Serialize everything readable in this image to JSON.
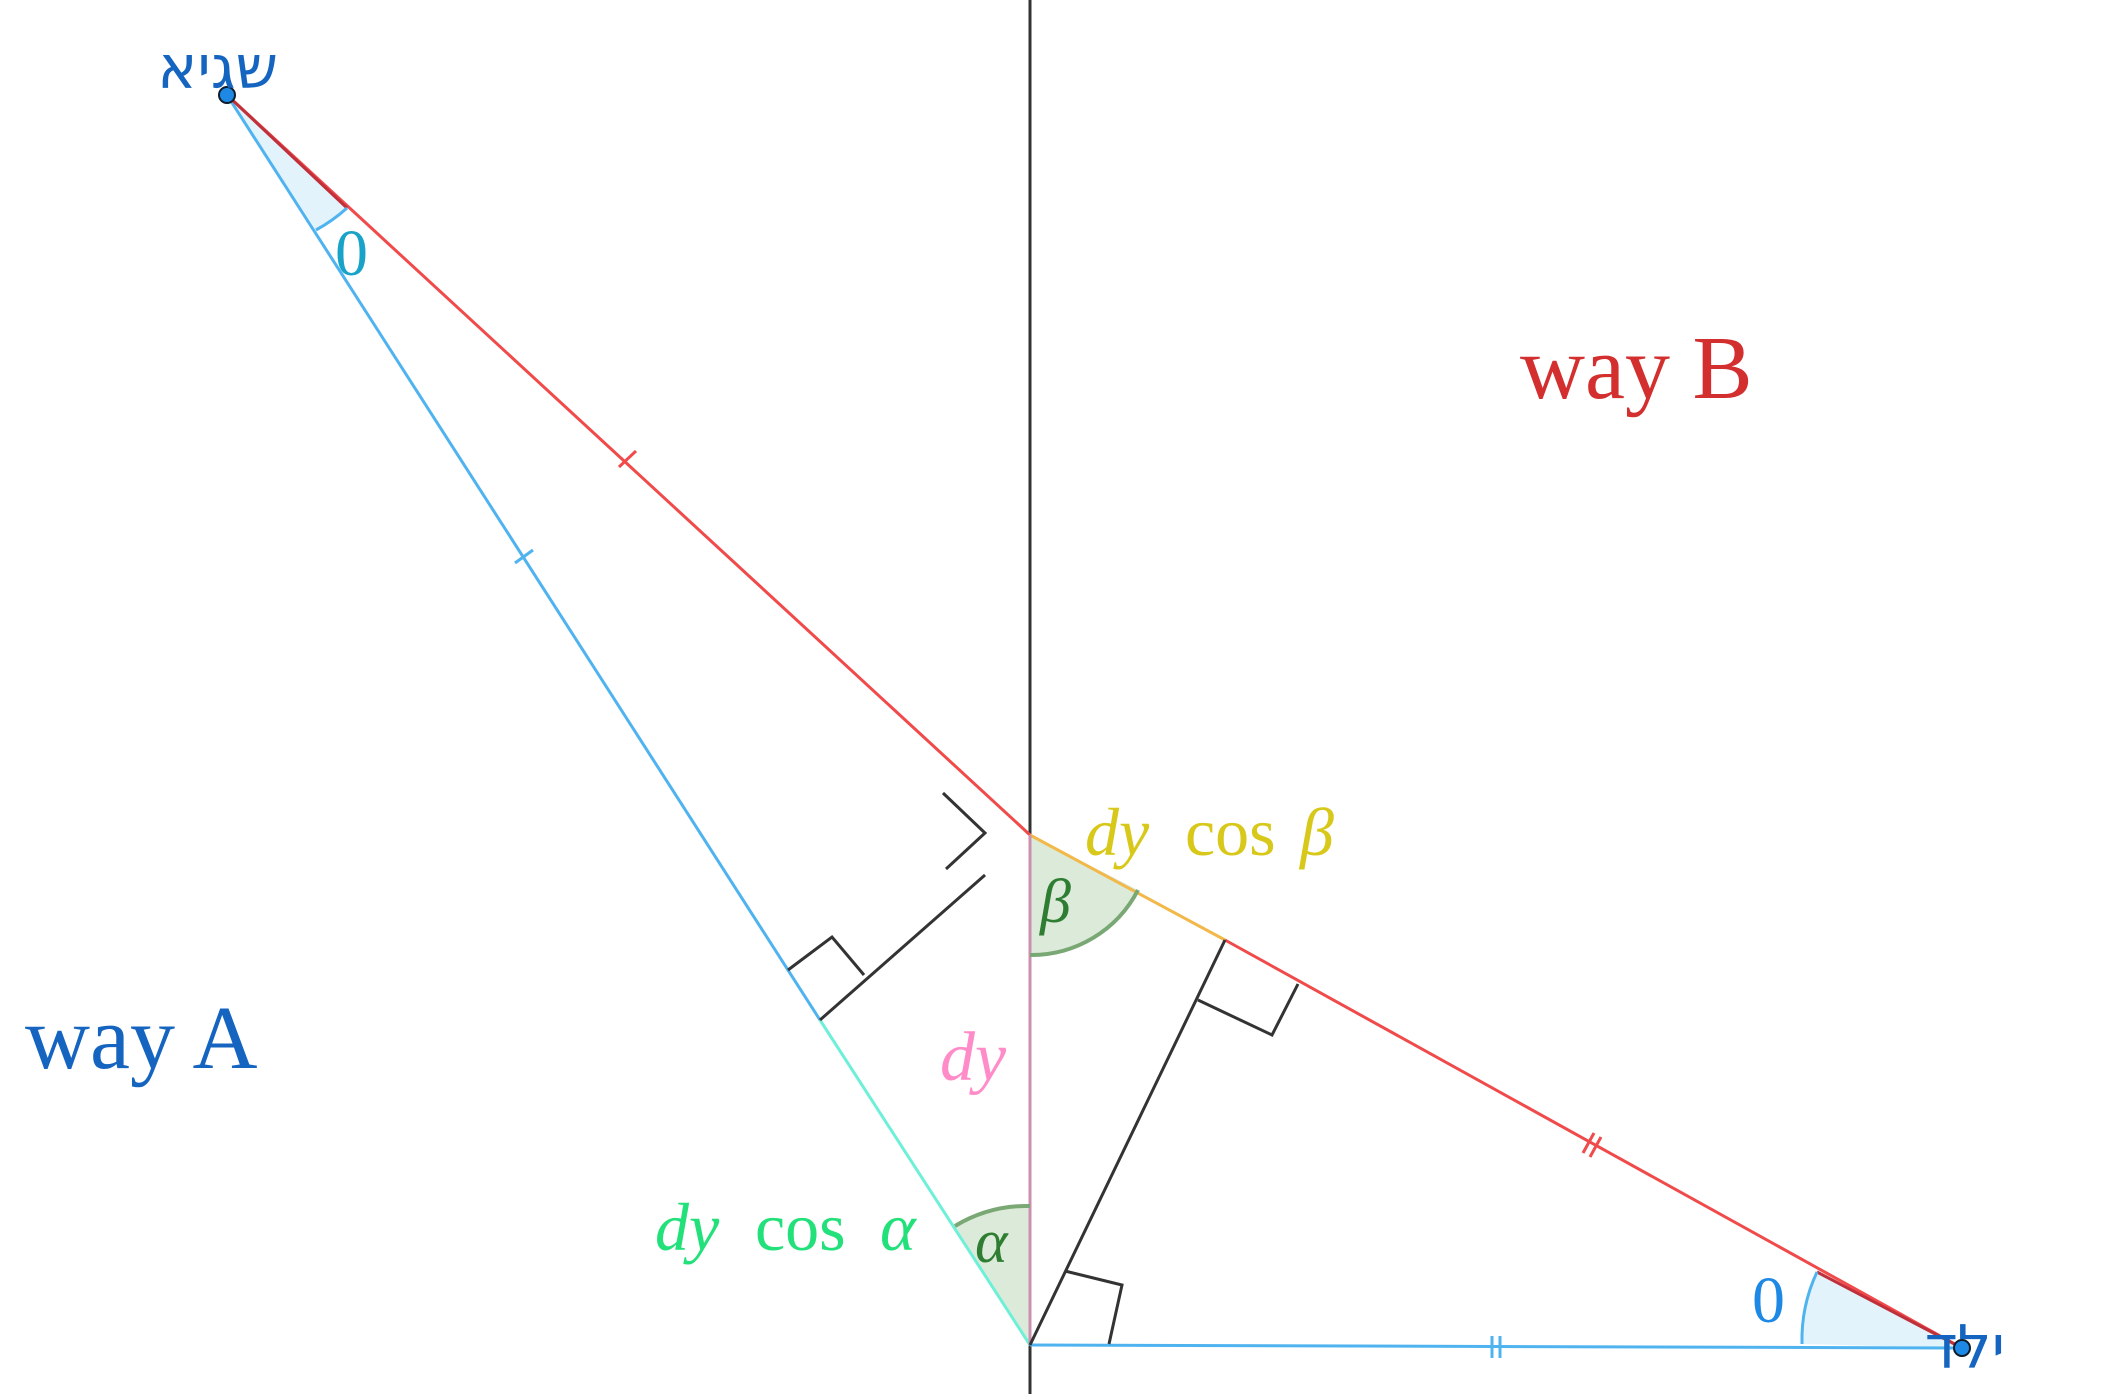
{
  "points": {
    "left_point_label": "שגיא",
    "right_point_label": "ילד"
  },
  "regions": {
    "way_a": "way A",
    "way_b": "way B"
  },
  "labels": {
    "dy": "dy",
    "dy_cos_beta_italic": "dy",
    "dy_cos_beta_cos": "cos",
    "dy_cos_beta_sym": "β",
    "dy_cos_alpha_italic": "dy",
    "dy_cos_alpha_cos": "cos",
    "dy_cos_alpha_sym": "α",
    "beta": "β",
    "alpha": "α",
    "angle_top": "0",
    "angle_right": "0"
  },
  "colors": {
    "blue_line": "#4fb3f0",
    "red_line": "#f04a4a",
    "cyan_line": "#6ef0d8",
    "pink_line": "#cc8fb0",
    "orange_segment": "#f2b84a",
    "green_text": "#22e07a",
    "yellow_text": "#d8c81a",
    "pink_text": "#ff8cc8",
    "dark_green": "#2e7d32",
    "way_a_color": "#1565c0",
    "way_b_color": "#d32f2f",
    "angle_cyan": "#1aa3c8",
    "point_label": "#1565c0"
  }
}
